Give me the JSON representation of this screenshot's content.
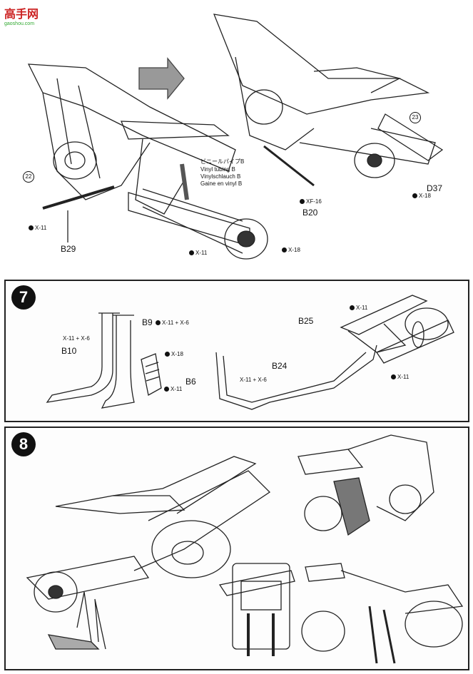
{
  "watermark": {
    "text": "高手网",
    "url": "gaoshou.com"
  },
  "step6": {
    "callout_left": "22",
    "callout_right": "23",
    "vinyl_label_jp": "ビニールパイプB",
    "vinyl_label_en": "Vinyl tubing B",
    "vinyl_label_de": "Vinylschlauch B",
    "vinyl_label_fr": "Gaine en vinyl B",
    "part_b29": "B29",
    "part_b20": "B20",
    "part_d37": "D37",
    "paint_x11_a": "X-11",
    "paint_x11_b": "X-11",
    "paint_x18_a": "X-18",
    "paint_x18_b": "X-18",
    "paint_xf16": "XF-16"
  },
  "step7": {
    "number": "7",
    "part_b9": "B9",
    "part_b10": "B10",
    "part_b6": "B6",
    "part_b24": "B24",
    "part_b25": "B25",
    "paint_b9_mix": "X-11 + X-6",
    "paint_b10_mix": "X-11 + X-6",
    "paint_b24_mix": "X-11 + X-6",
    "paint_x18": "X-18",
    "paint_x11_a": "X-11",
    "paint_x11_b": "X-11",
    "paint_x11_c": "X-11"
  },
  "step8": {
    "number": "8"
  }
}
